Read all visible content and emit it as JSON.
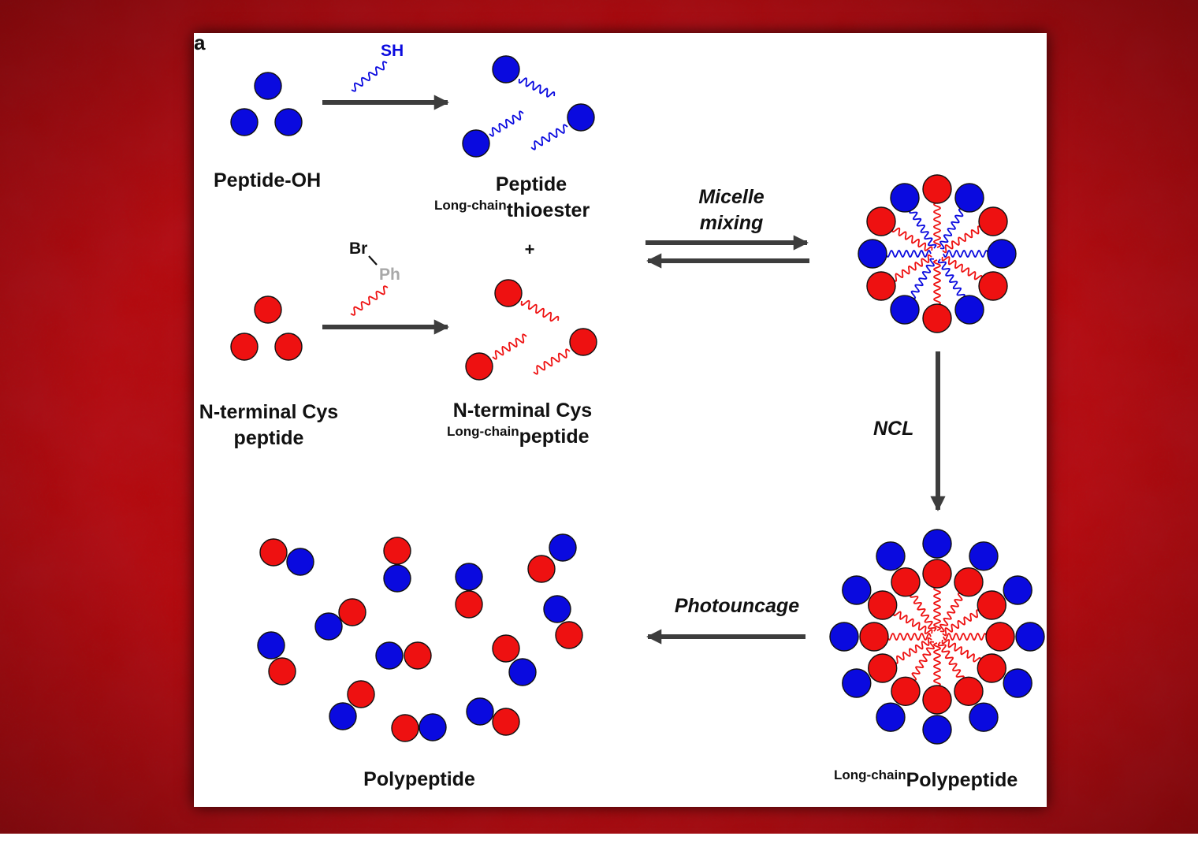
{
  "panel_label": "a",
  "reagents": {
    "thiol_group": "SH",
    "bromo_atom": "Br",
    "phenyl_group": "Ph"
  },
  "labels": {
    "peptide_oh": "Peptide-OH",
    "thioester_line1": "Peptide",
    "thioester_prefix": "Long-chain",
    "thioester_line2": "thioester",
    "plus_sign": "+",
    "cys_line1": "N-terminal Cys",
    "cys_line2": "peptide",
    "lc_cys_line1": "N-terminal Cys",
    "lc_cys_prefix": "Long-chain",
    "lc_cys_line2": "peptide",
    "polypeptide": "Polypeptide",
    "lc_poly_prefix": "Long-chain",
    "lc_poly_name": "Polypeptide"
  },
  "steps": {
    "micelle_line1": "Micelle",
    "micelle_line2": "mixing",
    "ncl": "NCL",
    "photouncage": "Photouncage"
  },
  "colors": {
    "background_red": "#b3121a",
    "blue_residue": "#0a0adf",
    "red_residue": "#ee1111",
    "arrow": "#3d3d3d",
    "phenyl_gray": "#a8a8a8"
  }
}
